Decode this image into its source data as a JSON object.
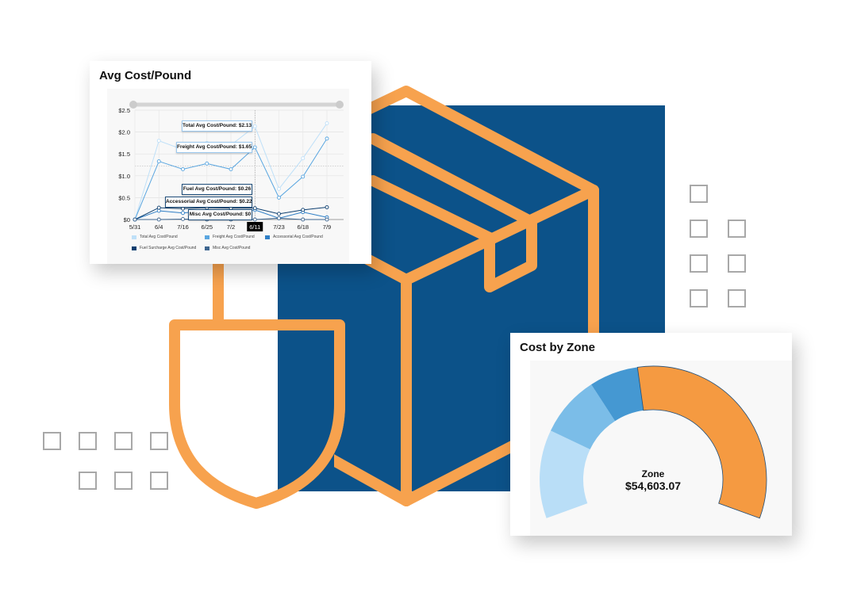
{
  "colors": {
    "navy": "#0c5289",
    "orange": "#f7a24e",
    "square": "#a8a8a8"
  },
  "line_card": {
    "title": "Avg Cost/Pound"
  },
  "zone_card": {
    "title": "Cost by Zone",
    "center_label": "Zone",
    "center_value": "$54,603.07"
  },
  "chart_data": [
    {
      "type": "line",
      "title": "Avg Cost/Pound",
      "xlabel": "",
      "ylabel": "",
      "categories": [
        "5/31",
        "6/4",
        "7/16",
        "6/25",
        "7/2",
        "6/11",
        "7/23",
        "6/18",
        "7/9"
      ],
      "highlighted_category": "6/11",
      "yticks": [
        "$0",
        "$0.5",
        "$1.0",
        "$1.5",
        "$2.0",
        "$2.5"
      ],
      "ylim": [
        0,
        2.5
      ],
      "grid": true,
      "series": [
        {
          "name": "Total Avg Cost/Pound",
          "color": "#bfe0f8",
          "values": [
            0,
            1.8,
            1.6,
            1.75,
            1.7,
            2.13,
            0.7,
            1.4,
            2.2
          ]
        },
        {
          "name": "Freight Avg Cost/Pound",
          "color": "#5aa6e0",
          "values": [
            0,
            1.33,
            1.15,
            1.28,
            1.15,
            1.65,
            0.5,
            0.98,
            1.85
          ]
        },
        {
          "name": "Accessorial Avg Cost/Pound",
          "color": "#2f7fc6",
          "values": [
            0,
            0.2,
            0.15,
            0.2,
            0.2,
            0.22,
            0.03,
            0.17,
            0.05
          ]
        },
        {
          "name": "Fuel Surcharge Avg Cost/Pound",
          "color": "#0d3f70",
          "values": [
            0,
            0.27,
            0.25,
            0.27,
            0.26,
            0.26,
            0.13,
            0.22,
            0.28
          ]
        },
        {
          "name": "Misc Avg Cost/Pound",
          "color": "#3e6690",
          "values": [
            0,
            0,
            0.01,
            0,
            0,
            0,
            0.03,
            0,
            0
          ]
        }
      ],
      "legend_position": "bottom",
      "tooltips": [
        "Total Avg Cost/Pound: $2.13",
        "Freight Avg Cost/Pound: $1.65",
        "Fuel Avg Cost/Pound: $0.26",
        "Accessorial Avg Cost/Pound: $0.22",
        "Misc Avg Cost/Pound: $0"
      ]
    },
    {
      "type": "pie",
      "variant": "semi-donut gauge",
      "title": "Cost by Zone",
      "slices": [
        {
          "share": 20.7,
          "color": "#b9def7"
        },
        {
          "share": 14.3,
          "color": "#7bbde8"
        },
        {
          "share": 11.4,
          "color": "#4598d2"
        },
        {
          "share": 53.6,
          "color": "#f59a41"
        }
      ],
      "center_label": "Zone",
      "center_value": "$54,603.07"
    }
  ]
}
